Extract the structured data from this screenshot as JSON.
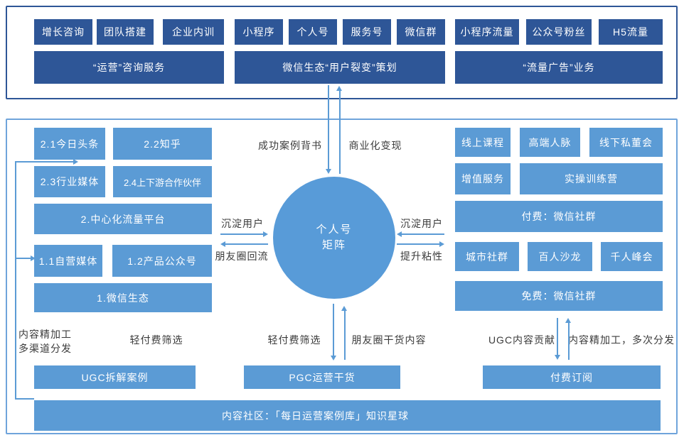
{
  "colors": {
    "navy_block": "#2E5697",
    "blue_block": "#5B9BD5",
    "arrow": "#5B9BD5",
    "annotation_text": "#3b3b3b",
    "top_frame_border": "#2E5697",
    "bottom_frame_border": "#6FA4DB"
  },
  "top": {
    "consulting": {
      "tabs": [
        "增长咨询",
        "团队搭建",
        "企业内训"
      ],
      "label": "“运营”咨询服务"
    },
    "fission": {
      "tabs": [
        "小程序",
        "个人号",
        "服务号",
        "微信群"
      ],
      "label": "微信生态“用户裂变”策划"
    },
    "traffic": {
      "tabs": [
        "小程序流量",
        "公众号粉丝",
        "H5流量"
      ],
      "label": "“流量广告”业务"
    }
  },
  "left_col": {
    "central_platform": {
      "row1": [
        "2.1今日头条",
        "2.2知乎"
      ],
      "row2": [
        "2.3行业媒体",
        "2.4上下游合作伙伴"
      ],
      "label": "2.中心化流量平台"
    },
    "wechat_eco": {
      "row1": [
        "1.1自营媒体",
        "1.2产品公众号"
      ],
      "label": "1.微信生态"
    }
  },
  "right_col": {
    "paid_group": {
      "row1": [
        "线上课程",
        "高端人脉",
        "线下私董会"
      ],
      "row2": [
        "增值服务",
        "实操训练营"
      ],
      "label": "付费：微信社群"
    },
    "free_group": {
      "row1": [
        "城市社群",
        "百人沙龙",
        "千人峰会"
      ],
      "label": "免费：微信社群"
    }
  },
  "center_circle": {
    "line1": "个人号",
    "line2": "矩阵"
  },
  "bottom_row": {
    "ugc": "UGC拆解案例",
    "pgc": "PGC运营干货",
    "subscribe": "付费订阅",
    "community": "内容社区：「每日运营案例库」知识星球"
  },
  "annotations": {
    "endorsement": "成功案例背书",
    "monetization": "商业化变现",
    "settle_users_left": "沉淀用户",
    "moments_backflow": "朋友圈回流",
    "settle_users_right": "沉淀用户",
    "stickiness": "提升粘性",
    "refine_line1": "内容精加工",
    "refine_line2": "多渠道分发",
    "light_pay_left": "轻付费筛选",
    "light_pay_center": "轻付费筛选",
    "moments_content": "朋友圈干货内容",
    "ugc_contribution": "UGC内容贡献",
    "refine_redistribute": "内容精加工，多次分发"
  }
}
